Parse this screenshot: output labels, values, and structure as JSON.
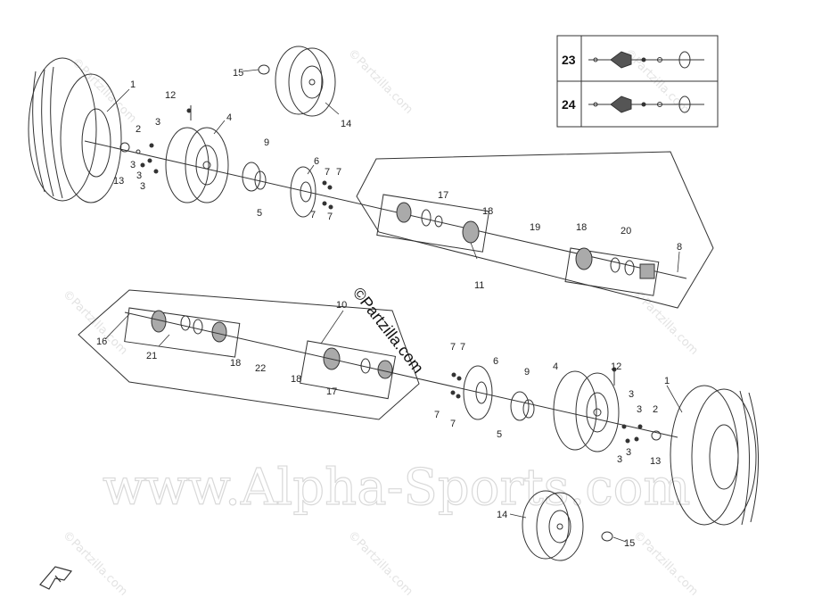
{
  "watermarks": {
    "partzilla": "©Partzilla.com",
    "site": "www.Alpha-Sports.com",
    "copyright": "©Partzilla.com"
  },
  "legend": {
    "items": [
      {
        "number": "23"
      },
      {
        "number": "24"
      }
    ]
  },
  "callouts": {
    "top": {
      "n1": "1",
      "n2": "2",
      "n3a": "3",
      "n3b": "3",
      "n3c": "3",
      "n3d": "3",
      "n4": "4",
      "n5": "5",
      "n6": "6",
      "n7a": "7",
      "n7b": "7",
      "n7c": "7",
      "n7d": "7",
      "n8": "8",
      "n9": "9",
      "n11": "11",
      "n12": "12",
      "n13": "13",
      "n14": "14",
      "n15": "15",
      "n17": "17",
      "n18a": "18",
      "n18b": "18",
      "n19": "19",
      "n20": "20"
    },
    "bottom": {
      "n1": "1",
      "n2": "2",
      "n3a": "3",
      "n3b": "3",
      "n3c": "3",
      "n3d": "3",
      "n4": "4",
      "n5": "5",
      "n6": "6",
      "n7a": "7",
      "n7b": "7",
      "n7c": "7",
      "n7d": "7",
      "n9": "9",
      "n10": "10",
      "n12": "12",
      "n13": "13",
      "n14": "14",
      "n15": "15",
      "n16": "16",
      "n17": "17",
      "n18a": "18",
      "n18b": "18",
      "n21": "21",
      "n22": "22"
    }
  },
  "colors": {
    "line": "#333333",
    "watermark": "#dcdcdc"
  }
}
